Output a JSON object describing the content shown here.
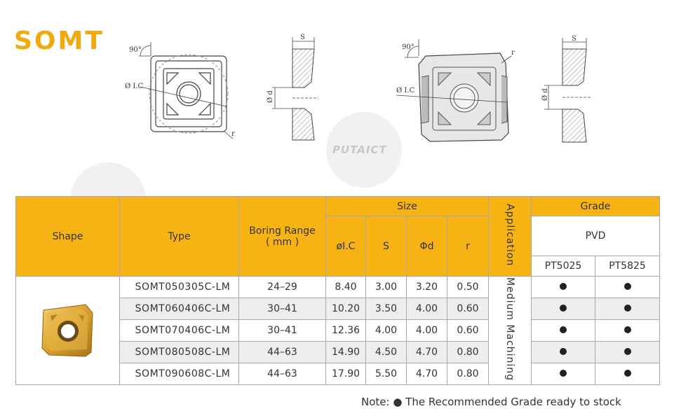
{
  "title": "SOMT",
  "watermark": "PUTAICT",
  "drawings": {
    "labels": {
      "angle": "90°",
      "inscribed_circle": "Ø I.C",
      "radius": "r",
      "thickness": "S",
      "hole": "Ø d"
    }
  },
  "table": {
    "headers": {
      "shape": "Shape",
      "type": "Type",
      "boring_range": "Boring Range",
      "boring_range_unit": "( mm )",
      "size": "Size",
      "ic": "øI.C",
      "s": "S",
      "d": "Φd",
      "r": "r",
      "application": "Application",
      "grade": "Grade",
      "pvd": "PVD",
      "grades": [
        "PT5025",
        "PT5825"
      ]
    },
    "application_value": "Medium Machining",
    "rows": [
      {
        "type": "SOMT050305C-LM",
        "boring_range": "24–29",
        "ic": "8.40",
        "s": "3.00",
        "d": "3.20",
        "r": "0.50",
        "pt5025": true,
        "pt5825": true
      },
      {
        "type": "SOMT060406C-LM",
        "boring_range": "30–41",
        "ic": "10.20",
        "s": "3.50",
        "d": "4.00",
        "r": "0.60",
        "pt5025": true,
        "pt5825": true
      },
      {
        "type": "SOMT070406C-LM",
        "boring_range": "30–41",
        "ic": "12.36",
        "s": "4.00",
        "d": "4.00",
        "r": "0.60",
        "pt5025": true,
        "pt5825": true
      },
      {
        "type": "SOMT080508C-LM",
        "boring_range": "44–63",
        "ic": "14.90",
        "s": "4.50",
        "d": "4.70",
        "r": "0.80",
        "pt5025": true,
        "pt5825": true
      },
      {
        "type": "SOMT090608C-LM",
        "boring_range": "44–63",
        "ic": "17.90",
        "s": "5.50",
        "d": "4.70",
        "r": "0.80",
        "pt5025": true,
        "pt5825": true
      }
    ]
  },
  "note": "Note: ● The Recommended Grade ready to stock",
  "colors": {
    "accent": "#f0a90e",
    "header_bg": "#f7b314",
    "zebra": "#eeeeee"
  }
}
